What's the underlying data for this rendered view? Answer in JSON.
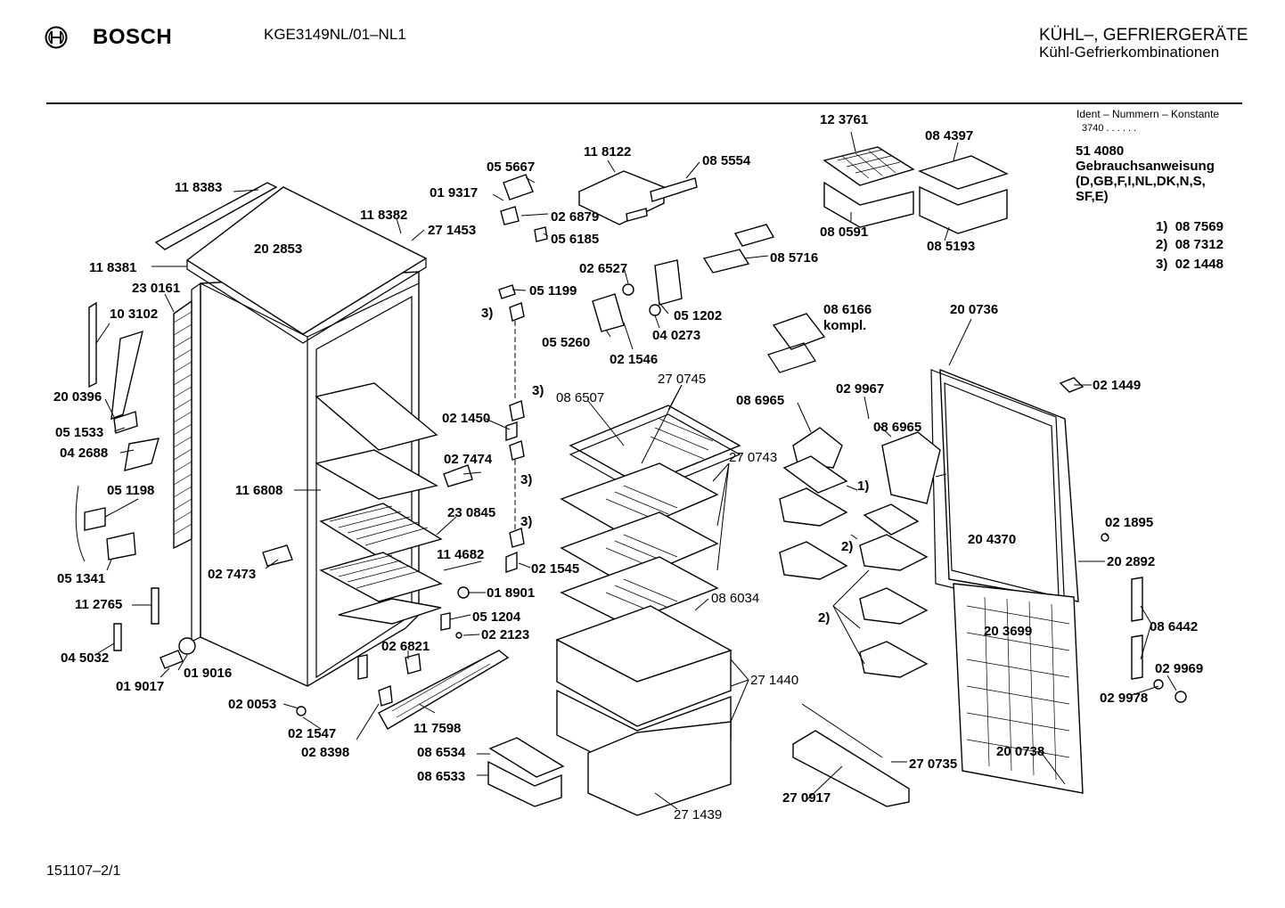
{
  "header": {
    "brand": "BOSCH",
    "model": "KGE3149NL/01–NL1",
    "category_line1": "KÜHL–, GEFRIERGERÄTE",
    "category_line2": "Kühl-Gefrierkombinationen"
  },
  "ident": {
    "line1": "Ident – Nummern – Konstante",
    "line2": "3740 . . . . . ."
  },
  "documentation": {
    "number": "51 4080",
    "title": "Gebrauchsanweisung",
    "languages_1": "(D,GB,F,I,NL,DK,N,S,",
    "languages_2": "SF,E)"
  },
  "footnotes": [
    {
      "key": "1)",
      "part": "08 7569"
    },
    {
      "key": "2)",
      "part": "08 7312"
    },
    {
      "key": "3)",
      "part": "02 1448"
    }
  ],
  "part_labels": [
    "11 8383",
    "11 8382",
    "20 2853",
    "11 8381",
    "23 0161",
    "10 3102",
    "20 0396",
    "05 1533",
    "04 2688",
    "05 1198",
    "05 1341",
    "11 2765",
    "04 5032",
    "01 9017",
    "01 9016",
    "02 0053",
    "02 1547",
    "02 8398",
    "11 7598",
    "02 6821",
    "02 7473",
    "11 6808",
    "23 0845",
    "11 4682",
    "01 8901",
    "05 1204",
    "02 2123",
    "02 1545",
    "02 7474",
    "02 1450",
    "05 5667",
    "01 9317",
    "11 8122",
    "02 6879",
    "05 6185",
    "08 5554",
    "27 1453",
    "05 1199",
    "02 6527",
    "05 1202",
    "05 5260",
    "04 0273",
    "02 1546",
    "12 3761",
    "08 4397",
    "08 0591",
    "08 5193",
    "08 5716",
    "08 6166",
    "kompl.",
    "20 0736",
    "02 1449",
    "08 6965",
    "02 9967",
    "08 6965",
    "20 4370",
    "02 1895",
    "20 2892",
    "20 3699",
    "08 6442",
    "02 9969",
    "02 9978",
    "20 0738",
    "27 0735",
    "27 0917",
    "08 6534",
    "08 6533",
    "3)",
    "3)",
    "3)",
    "3)",
    "1)",
    "2)",
    "2)"
  ],
  "thin_labels": [
    "08 6507",
    "27 0745",
    "27 0743",
    "08 6034",
    "27 1440",
    "27 1439"
  ],
  "footer": {
    "code": "151107–2/1"
  }
}
